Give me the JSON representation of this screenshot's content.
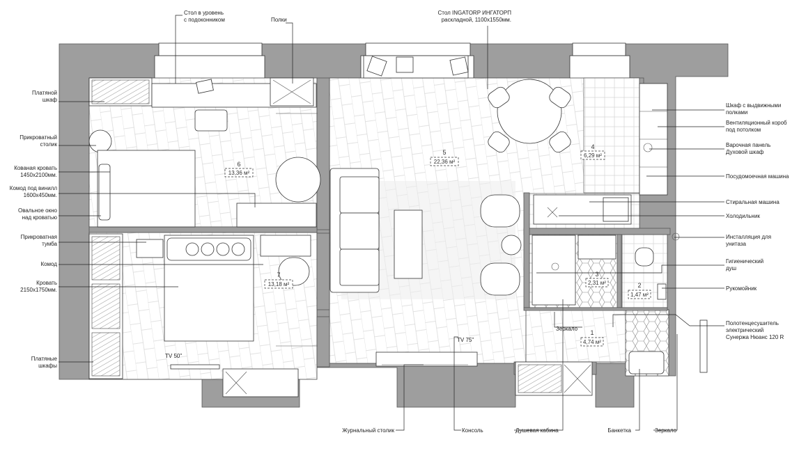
{
  "labels": {
    "desk_window": [
      "Стол в уровень",
      "с подоконником"
    ],
    "shelves": [
      "Полки"
    ],
    "table_ingatorp": [
      "Стол INGATORP ИНГАТОРП",
      "раскладной, 1100х1550мм."
    ],
    "wardrobe_top": [
      "Платяной",
      "шкаф"
    ],
    "bedside_table": [
      "Прикроватный",
      "столик"
    ],
    "forged_bed": [
      "Кованая кровать",
      "1450х2100мм."
    ],
    "dresser_vinyl": [
      "Комод под винилл",
      "1600х450мм."
    ],
    "oval_window": [
      "Овальное окно",
      "над кроватью"
    ],
    "bedside_stand": [
      "Прикроватная",
      "тумба"
    ],
    "dresser": [
      "Комод"
    ],
    "bed": [
      "Кровать",
      "2150х1750мм."
    ],
    "wardrobes": [
      "Платяные",
      "шкафы"
    ],
    "cabinet_drawers": [
      "Шкаф с выдвижными",
      "полками"
    ],
    "vent_box": [
      "Вентиляционный короб",
      "под потолком"
    ],
    "hob_oven": [
      "Варочная панель",
      "Духовой шкаф"
    ],
    "dishwasher": [
      "Посудомоечная машина"
    ],
    "washer": [
      "Стиральная машина"
    ],
    "fridge": [
      "Холодильник"
    ],
    "toilet_install": [
      "Инсталляция для",
      "унитаза"
    ],
    "hygienic_shower": [
      "Гигиенический",
      "душ"
    ],
    "washbasin": [
      "Рукомойник"
    ],
    "towel_dryer": [
      "Полотенцесушитель",
      "электрический",
      "Сунержа Нюанс 120 R"
    ],
    "coffee_table": [
      "Журнальный столик"
    ],
    "console": [
      "Консоль"
    ],
    "shower_cabin": [
      "Душевая кабина"
    ],
    "bench": [
      "Банкетка"
    ],
    "mirror_bottom": [
      "Зеркало"
    ],
    "mirror_hall": [
      "Зеркало"
    ],
    "tv50": [
      "TV 50\""
    ],
    "tv75": [
      "TV 75\""
    ]
  },
  "rooms": [
    {
      "num": "6",
      "area": "13,36 м²"
    },
    {
      "num": "5",
      "area": "22,36 м²"
    },
    {
      "num": "4",
      "area": "6,29 м²"
    },
    {
      "num": "7",
      "area": "13,18 м²"
    },
    {
      "num": "3",
      "area": "2,31 м²"
    },
    {
      "num": "2",
      "area": "1,47 м²"
    },
    {
      "num": "1",
      "area": "4,74 м²"
    }
  ]
}
